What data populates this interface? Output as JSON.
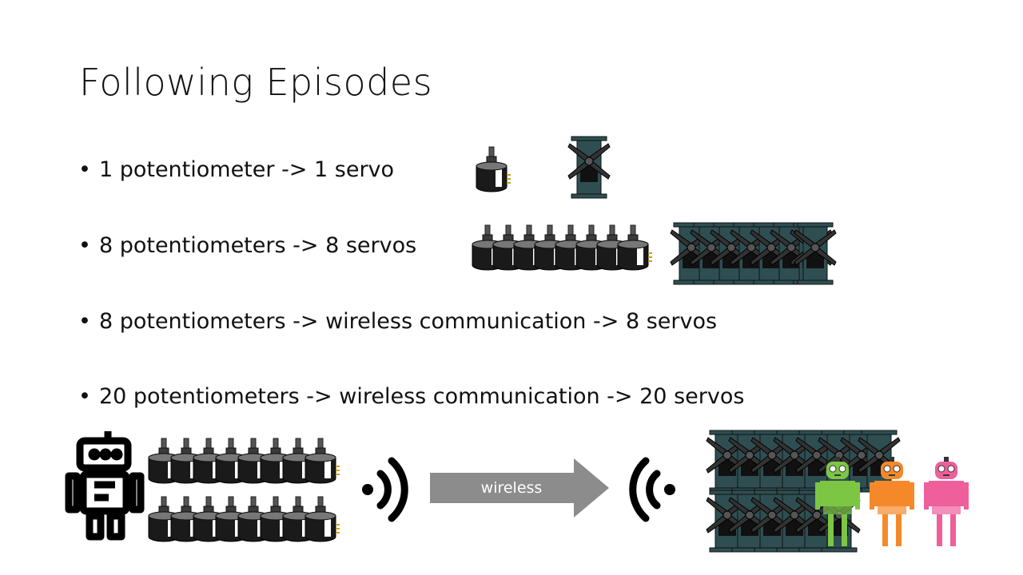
{
  "slide": {
    "title": "Following Episodes",
    "bullets": [
      {
        "symbol": "•",
        "text": "1 potentiometer  -> 1 servo"
      },
      {
        "symbol": "•",
        "text": "8 potentiometers  -> 8 servos"
      },
      {
        "symbol": "•",
        "text": "8 potentiometers  -> wireless  communication  -> 8 servos"
      },
      {
        "symbol": "•",
        "text": "20 potentiometers  -> wireless  communication  -> 20 servos"
      }
    ],
    "arrow_label": "wireless",
    "icons": [
      "potentiometer-icon",
      "servo-icon",
      "robot-outline-icon",
      "wireless-signal-icon",
      "cartoon-robot-icon"
    ],
    "colors": {
      "text": "#111111",
      "arrow": "#8c8c8c",
      "servo_green": "#2e4e52",
      "robot_green": "#7cc644",
      "robot_orange": "#f5892a",
      "robot_pink": "#ee5f9c"
    }
  }
}
